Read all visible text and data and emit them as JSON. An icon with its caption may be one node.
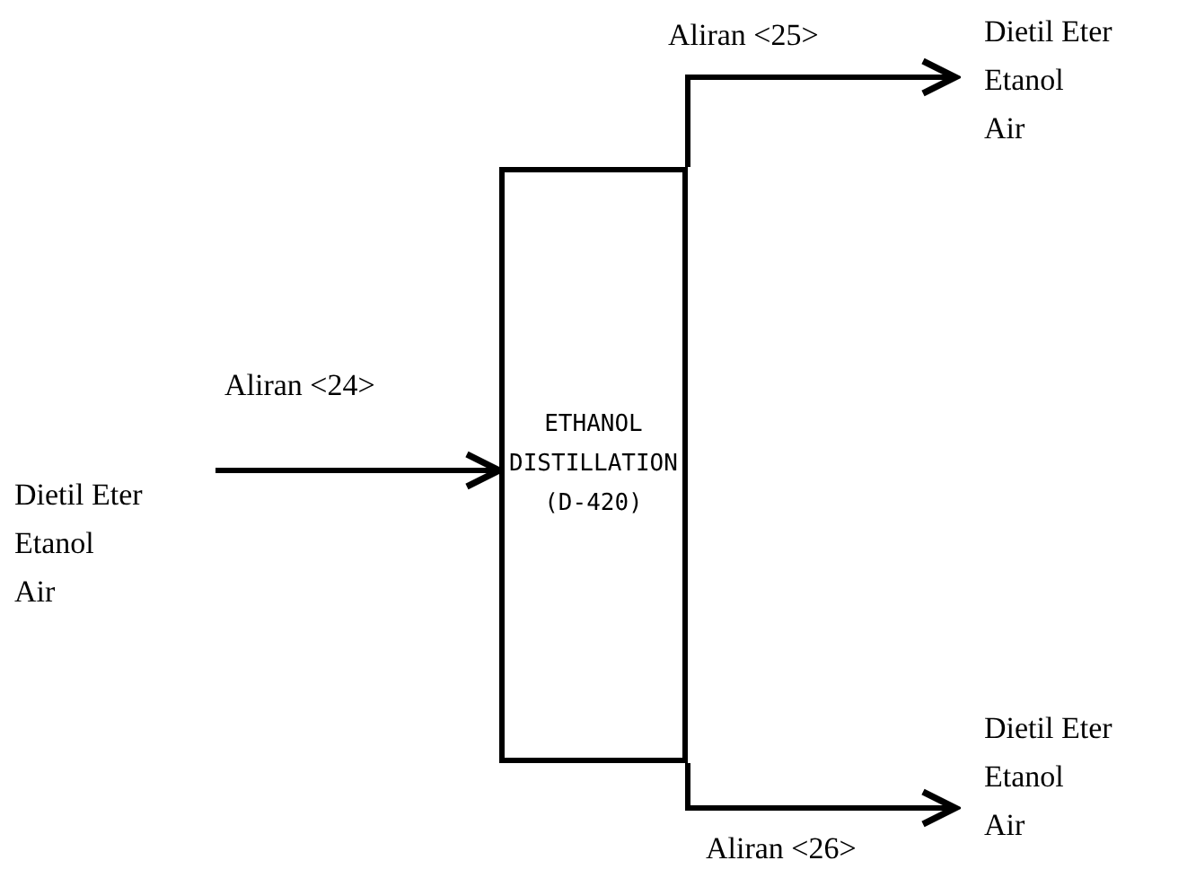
{
  "diagram": {
    "nodes": [
      {
        "text": [
          "ETHANOL DISTILLATION (D-420)"
        ]
      },
      {
        "text": [
          "Dietil Eter",
          "Etanol",
          "Air"
        ]
      },
      {
        "text": [
          "Dietil Eter",
          "Etanol",
          "Air"
        ]
      },
      {
        "text": [
          "Dietil Eter",
          "Etanol",
          "Air"
        ]
      }
    ],
    "edges": [
      {
        "from": 1,
        "to": 0,
        "arrow": "to",
        "label": "Aliran <24>"
      },
      {
        "from": 0,
        "to": 2,
        "arrow": "to",
        "label": "Aliran <25>"
      },
      {
        "from": 0,
        "to": 3,
        "arrow": "to",
        "label": "Aliran <26>"
      }
    ]
  }
}
